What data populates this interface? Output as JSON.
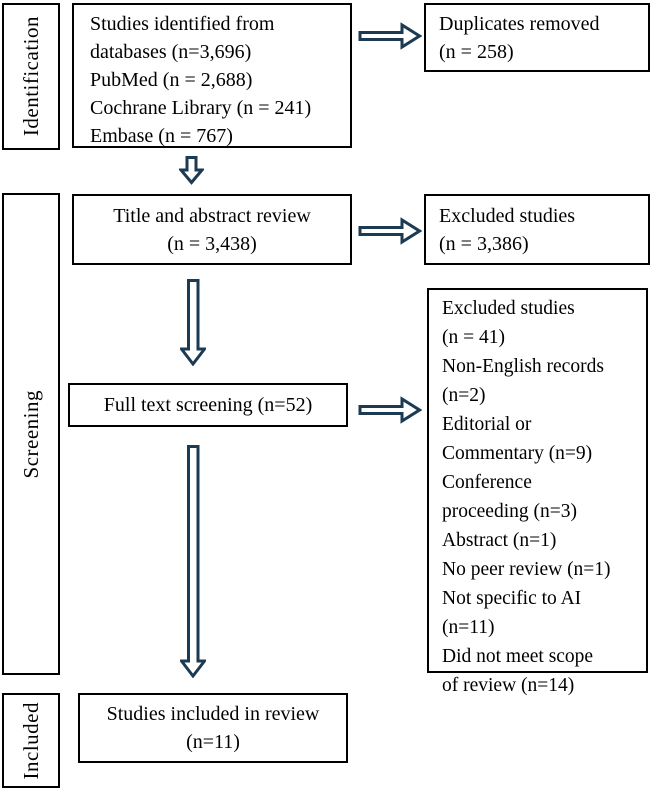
{
  "palette": {
    "arrow": "#1c3a52",
    "border": "#000000",
    "background": "#ffffff",
    "text": "#000000"
  },
  "sidebar": {
    "identification": "Identification",
    "screening": "Screening",
    "included": "Included"
  },
  "boxes": {
    "identified": "Studies identified from\ndatabases (n=3,696)\nPubMed (n = 2,688)\nCochrane Library (n = 241)\nEmbase (n = 767)",
    "duplicates": "Duplicates removed\n(n = 258)",
    "title_abstract": "Title and abstract review\n(n = 3,438)",
    "excluded_title_abstract": "Excluded studies\n(n = 3,386)",
    "full_text": "Full text screening (n=52)",
    "excluded_full_text": "Excluded studies\n(n = 41)\nNon-English records\n(n=2)\nEditorial or\nCommentary (n=9)\nConference\nproceeding (n=3)\nAbstract (n=1)\nNo peer review (n=1)\nNot specific to AI\n(n=11)\nDid not meet scope\nof review (n=14)",
    "included": "Studies included in review\n(n=11)"
  }
}
